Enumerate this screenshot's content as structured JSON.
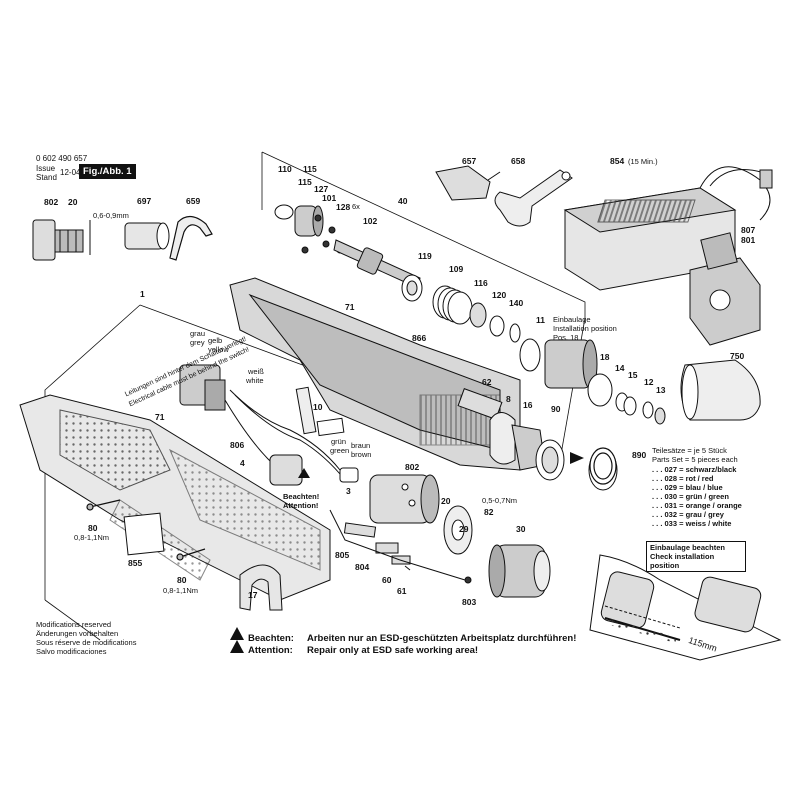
{
  "header": {
    "doc_number": "0 602 490 657",
    "issue_label": "Issue",
    "stand_label": "Stand",
    "issue_date": "12-04-10",
    "figure_label": "Fig./Abb. 1"
  },
  "torque": {
    "t1": "0,6-0,9mm",
    "t2": "0,5-0,7Nm",
    "t3": "0,8-1,1Nm",
    "t4": "0,8-1,1Nm"
  },
  "parts": {
    "p802a": "802",
    "p20a": "20",
    "p697": "697",
    "p659": "659",
    "p110": "110",
    "p115": "115",
    "p127": "127",
    "p101": "101",
    "p128": "128",
    "p128x": "6x",
    "p102": "102",
    "p40": "40",
    "p119": "119",
    "p109": "109",
    "p116": "116",
    "p120": "120",
    "p140": "140",
    "p657": "657",
    "p658": "658",
    "p854": "854",
    "p854x": "(15 Min.)",
    "p807": "807",
    "p801": "801",
    "p1": "1",
    "p71a": "71",
    "p866": "866",
    "p11": "11",
    "p18": "18",
    "p14": "14",
    "p15": "15",
    "p12": "12",
    "p13": "13",
    "p750": "750",
    "p62": "62",
    "p8": "8",
    "p16": "16",
    "p90": "90",
    "p10": "10",
    "p71b": "71",
    "p806": "806",
    "p4": "4",
    "p3": "3",
    "p802b": "802",
    "p20b": "20",
    "p82": "82",
    "p29": "29",
    "p30": "30",
    "p80a": "80",
    "p80b": "80",
    "p855": "855",
    "p17": "17",
    "p805": "805",
    "p804": "804",
    "p60": "60",
    "p61": "61",
    "p803": "803",
    "p890": "890"
  },
  "labels": {
    "install_1": "Einbaulage",
    "install_2": "Installation position",
    "install_3": "Pos. 18",
    "grau": "grau",
    "grey": "grey",
    "gelb": "gelb",
    "yellow": "yellow",
    "weiss": "weiß",
    "white": "white",
    "gruen": "grün",
    "green": "green",
    "braun": "braun",
    "brown": "brown",
    "beachten": "Beachten!",
    "attention": "Attention!",
    "cable_de": "Leitungen sind hinter dem Schalter verlegt!",
    "cable_en": "Electrical cable must be behind the switch!",
    "length": "115mm"
  },
  "parts_set": {
    "title_de": "Teilesätze = je 5 Stück",
    "title_en": "Parts Set  = 5 pieces each",
    "rows": [
      ". . . 027 = schwarz/black",
      ". . . 028 = rot / red",
      ". . . 029 = blau / blue",
      ". . . 030 = grün / green",
      ". . . 031 = orange / orange",
      ". . . 032 = grau / grey",
      ". . . 033 = weiss / white"
    ]
  },
  "check_box": {
    "line1": "Einbaulage beachten",
    "line2": "Check installation position"
  },
  "footer": {
    "mods": [
      "Modifications reserved",
      "Änderungen vorbehalten",
      "Sous réserve de modifications",
      "Salvo modificaciones"
    ],
    "warn_de_label": "Beachten:",
    "warn_de_text": "Arbeiten nur an ESD-geschützten Arbeitsplatz durchführen!",
    "warn_en_label": "Attention:",
    "warn_en_text": "Repair only at ESD safe working area!"
  }
}
